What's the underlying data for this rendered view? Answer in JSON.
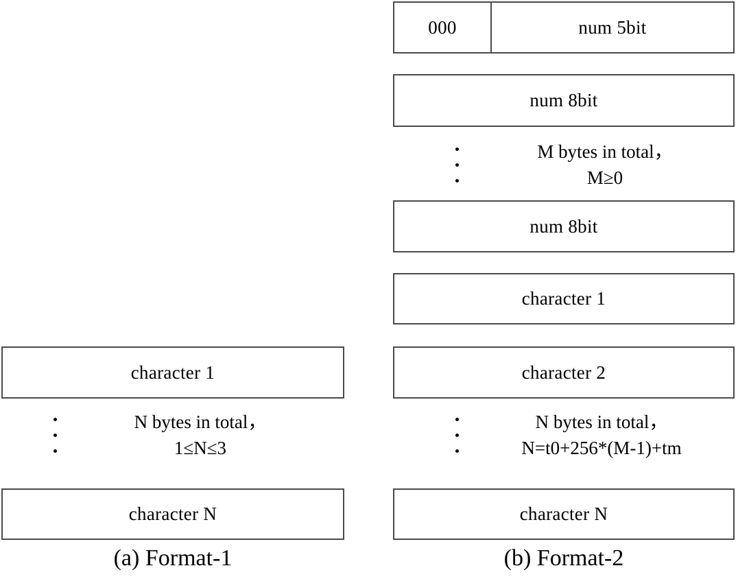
{
  "figure": {
    "kind": "packet-format-diagram",
    "background_color": "#ffffff",
    "box_border_color": "#4a4a4a",
    "text_color": "#000000"
  },
  "format_1": {
    "caption": "(a) Format-1",
    "fields": [
      {
        "name": "character-first",
        "label": "character 1"
      },
      {
        "name": "character-last",
        "label": "character N"
      }
    ],
    "continuation": {
      "ellipsis": "three-vertical-dots",
      "line_1": "N bytes in total，",
      "line_2": "1≤N≤3"
    }
  },
  "format_2": {
    "caption": "(b) Format-2",
    "header_row": {
      "prefix_bits": "000",
      "count_field": "num 5bit"
    },
    "length_fields": [
      {
        "name": "num-8bit-first",
        "label": "num 8bit"
      },
      {
        "name": "num-8bit-last",
        "label": "num 8bit"
      }
    ],
    "length_continuation": {
      "ellipsis": "three-vertical-dots",
      "line_1": "M bytes in total，",
      "line_2": "M≥0"
    },
    "payload_fields": [
      {
        "name": "character-1",
        "label": "character 1"
      },
      {
        "name": "character-2",
        "label": "character 2"
      },
      {
        "name": "character-last",
        "label": "character N"
      }
    ],
    "payload_continuation": {
      "ellipsis": "three-vertical-dots",
      "line_1": "N bytes in total，",
      "line_2": "N=t0+256*(M-1)+tm"
    }
  }
}
